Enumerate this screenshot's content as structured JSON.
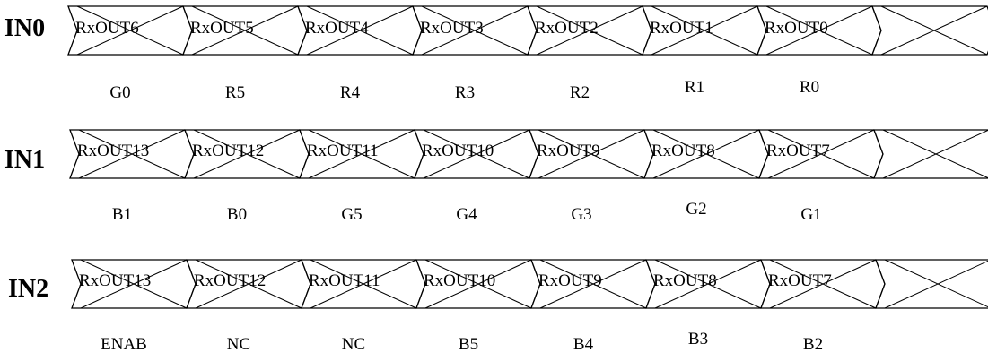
{
  "lanes": [
    {
      "label": "IN0",
      "slots": [
        "RxOUT6",
        "RxOUT5",
        "RxOUT4",
        "RxOUT3",
        "RxOUT2",
        "RxOUT1",
        "RxOUT0",
        ""
      ],
      "signals": [
        "G0",
        "R5",
        "R4",
        "R3",
        "R2",
        "R1",
        "R0"
      ]
    },
    {
      "label": "IN1",
      "slots": [
        "RxOUT13",
        "RxOUT12",
        "RxOUT11",
        "RxOUT10",
        "RxOUT9",
        "RxOUT8",
        "RxOUT7",
        ""
      ],
      "signals": [
        "B1",
        "B0",
        "G5",
        "G4",
        "G3",
        "G2",
        "G1"
      ]
    },
    {
      "label": "IN2",
      "slots": [
        "RxOUT13",
        "RxOUT12",
        "RxOUT11",
        "RxOUT10",
        "RxOUT9",
        "RxOUT8",
        "RxOUT7",
        ""
      ],
      "signals": [
        "ENAB",
        "NC",
        "NC",
        "B5",
        "B4",
        "B3",
        "B2"
      ]
    }
  ]
}
